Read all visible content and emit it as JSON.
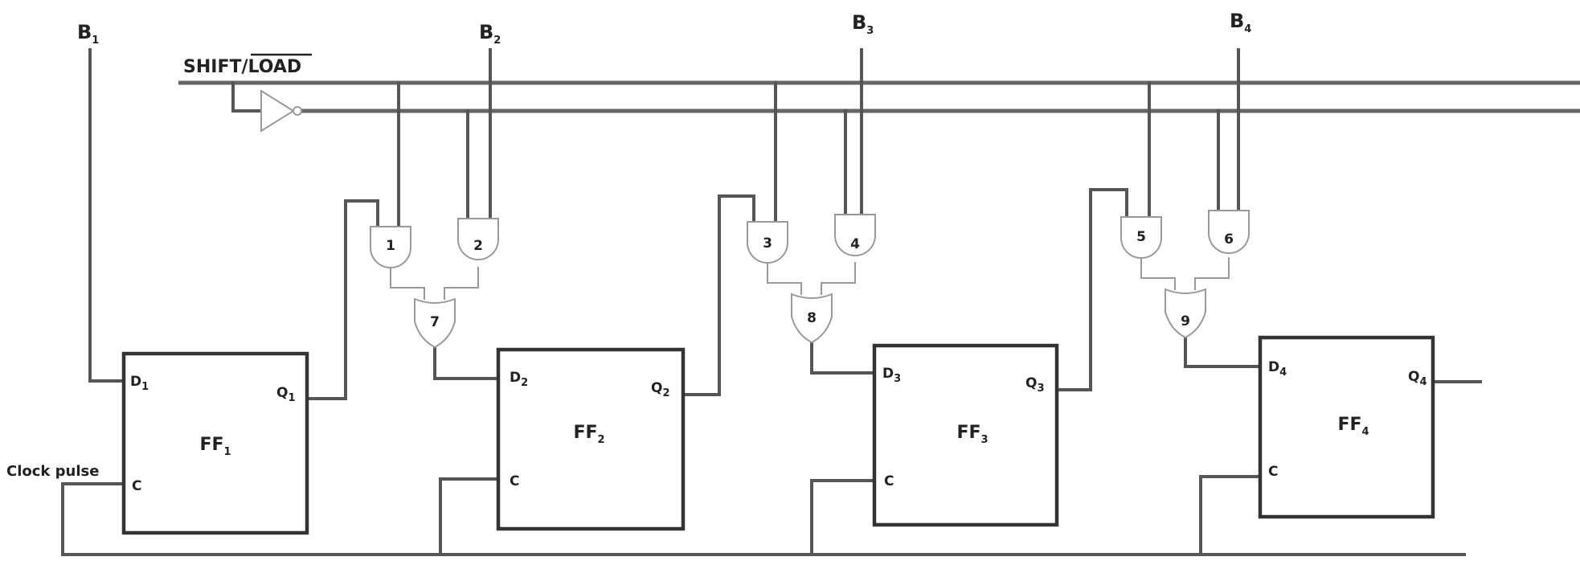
{
  "control": {
    "label": "SHIFT/",
    "overbar_label": "LOAD"
  },
  "clock_label": "Clock pulse",
  "inputs": [
    {
      "letter": "B",
      "sub": "1"
    },
    {
      "letter": "B",
      "sub": "2"
    },
    {
      "letter": "B",
      "sub": "3"
    },
    {
      "letter": "B",
      "sub": "4"
    }
  ],
  "gates": [
    "1",
    "2",
    "3",
    "4",
    "5",
    "6",
    "7",
    "8",
    "9"
  ],
  "flipflops": [
    {
      "name": "FF",
      "sub": "1",
      "d": "D",
      "d_sub": "1",
      "q": "Q",
      "q_sub": "1",
      "c": "C"
    },
    {
      "name": "FF",
      "sub": "2",
      "d": "D",
      "d_sub": "2",
      "q": "Q",
      "q_sub": "2",
      "c": "C"
    },
    {
      "name": "FF",
      "sub": "3",
      "d": "D",
      "d_sub": "3",
      "q": "Q",
      "q_sub": "3",
      "c": "C"
    },
    {
      "name": "FF",
      "sub": "4",
      "d": "D",
      "d_sub": "4",
      "q": "Q",
      "q_sub": "4",
      "c": "C"
    }
  ]
}
